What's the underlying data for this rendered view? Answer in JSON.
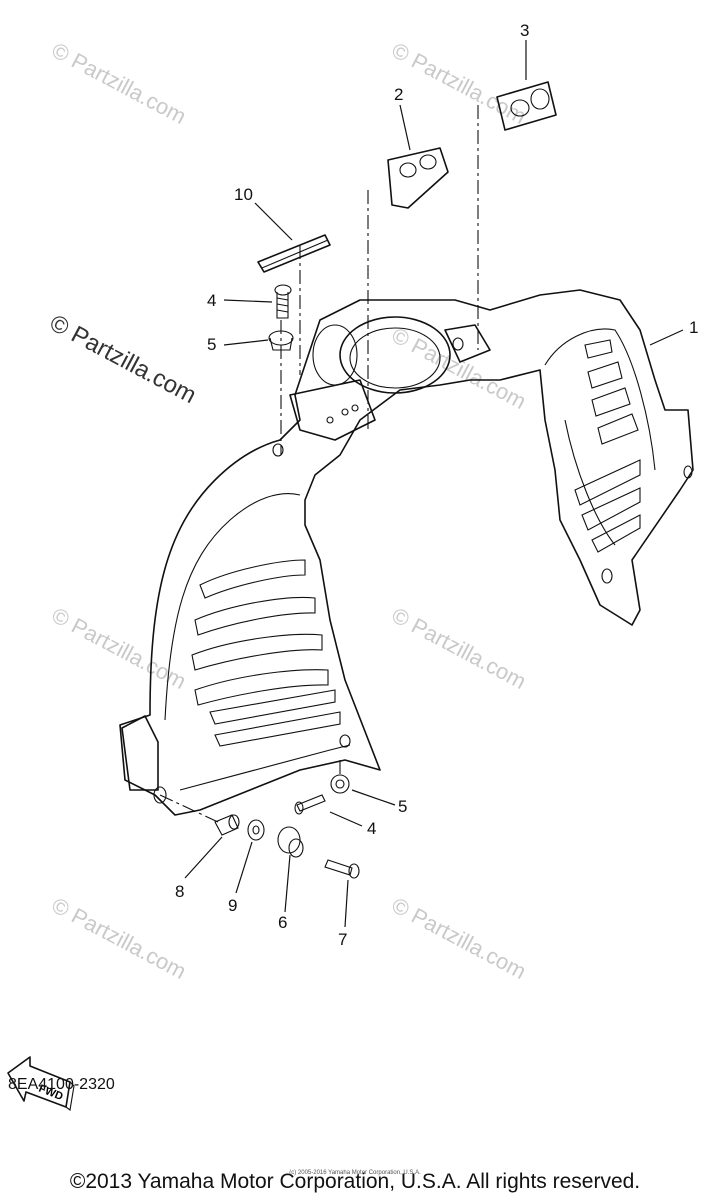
{
  "watermarks": {
    "main": "© Partzilla.com",
    "faint": "© Partzilla.com"
  },
  "callouts": [
    "1",
    "2",
    "3",
    "4",
    "5",
    "10",
    "4",
    "5",
    "8",
    "9",
    "6",
    "7"
  ],
  "fwd_label": "FWD",
  "diagram_ref": "8EA4100-2320",
  "copyright": "©2013 Yamaha Motor Corporation, U.S.A. All rights reserved.",
  "copyright_small": "(c) 2005-2016 Yamaha Motor Corporation, U.S.A."
}
